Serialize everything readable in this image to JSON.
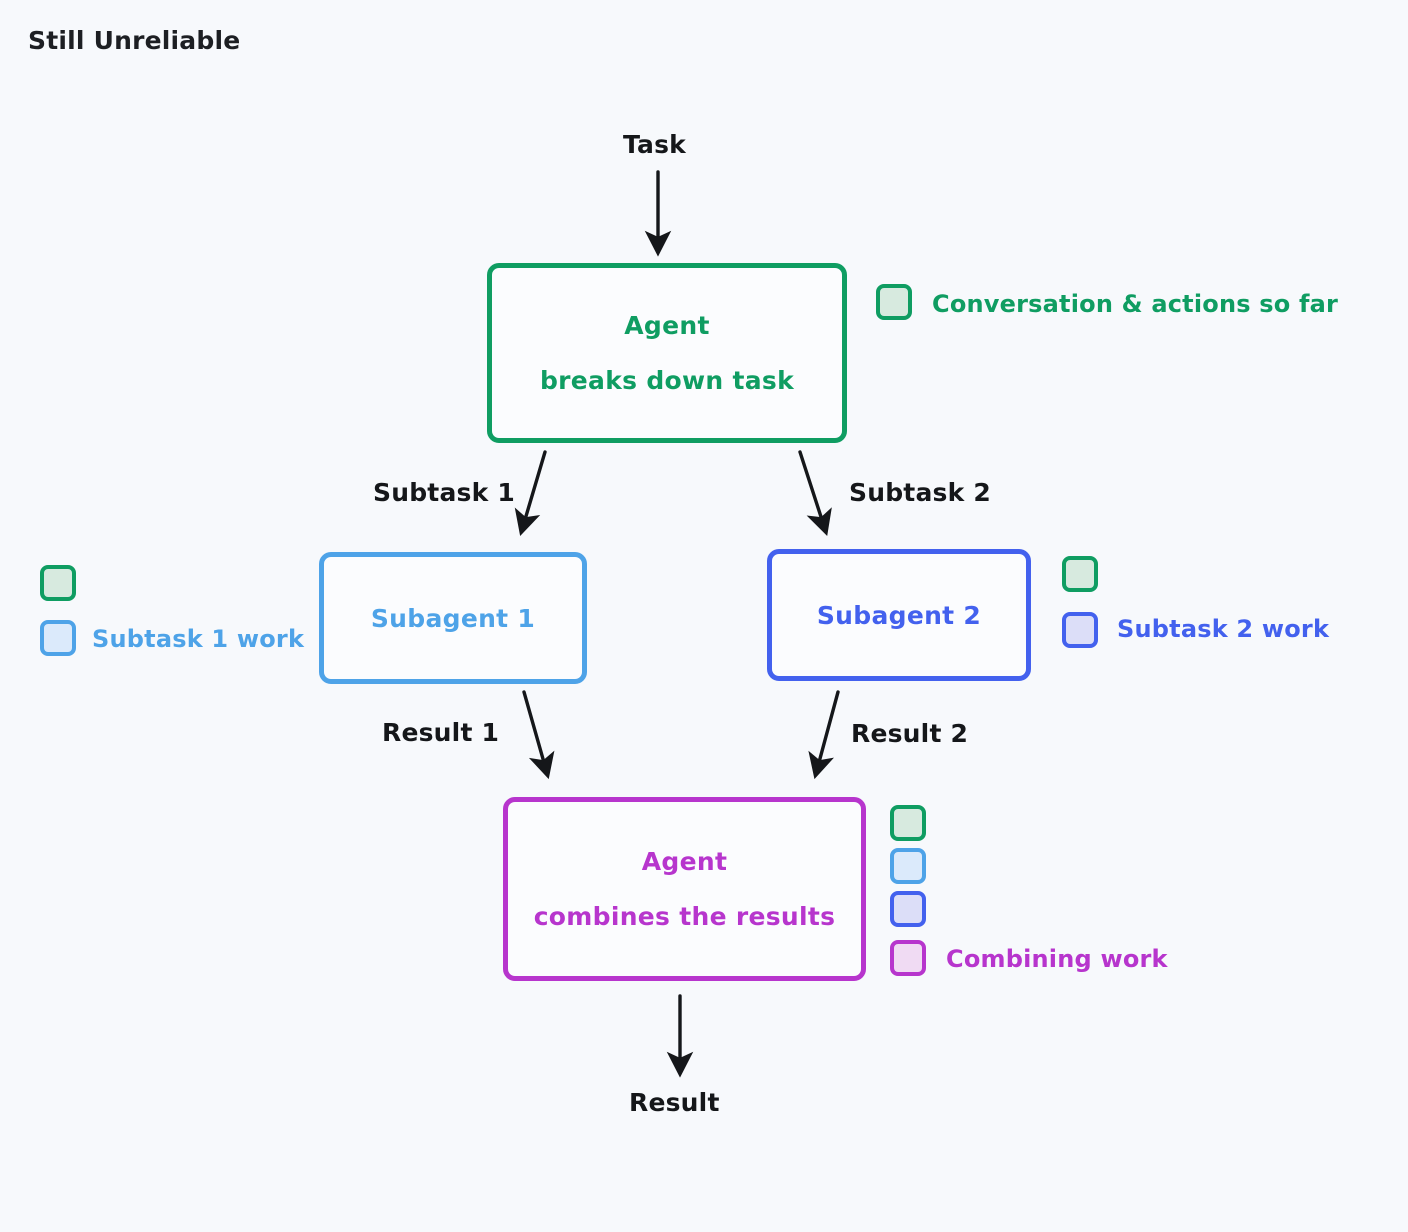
{
  "page": {
    "title": "Still Unreliable",
    "background_color": "#f7f9fc"
  },
  "colors": {
    "green": "#0f9d62",
    "sky_blue": "#4ea3e8",
    "indigo": "#4361ee",
    "purple": "#b735cd",
    "arrow_black": "#15171a"
  },
  "flow": {
    "input_label": "Task",
    "output_label": "Result",
    "edge_subtask_1": "Subtask 1",
    "edge_subtask_2": "Subtask 2",
    "edge_result_1": "Result 1",
    "edge_result_2": "Result 2"
  },
  "nodes": {
    "orchestrator": {
      "line1": "Agent",
      "line2": "breaks down task",
      "color": "#0f9d62"
    },
    "subagent_1": {
      "line1": "Subagent 1",
      "color": "#4ea3e8"
    },
    "subagent_2": {
      "line1": "Subagent 2",
      "color": "#4361ee"
    },
    "combiner": {
      "line1": "Agent",
      "line2": "combines the results",
      "color": "#b735cd"
    }
  },
  "legends": {
    "orchestrator": {
      "label": "Conversation & actions so far",
      "swatches": [
        "green"
      ]
    },
    "subagent_1": {
      "label": "Subtask 1 work",
      "swatches": [
        "green",
        "sky"
      ]
    },
    "subagent_2": {
      "label": "Subtask 2 work",
      "swatches": [
        "green",
        "indigo"
      ]
    },
    "combiner": {
      "label": "Combining work",
      "swatches": [
        "green",
        "sky",
        "indigo",
        "purple"
      ]
    }
  }
}
